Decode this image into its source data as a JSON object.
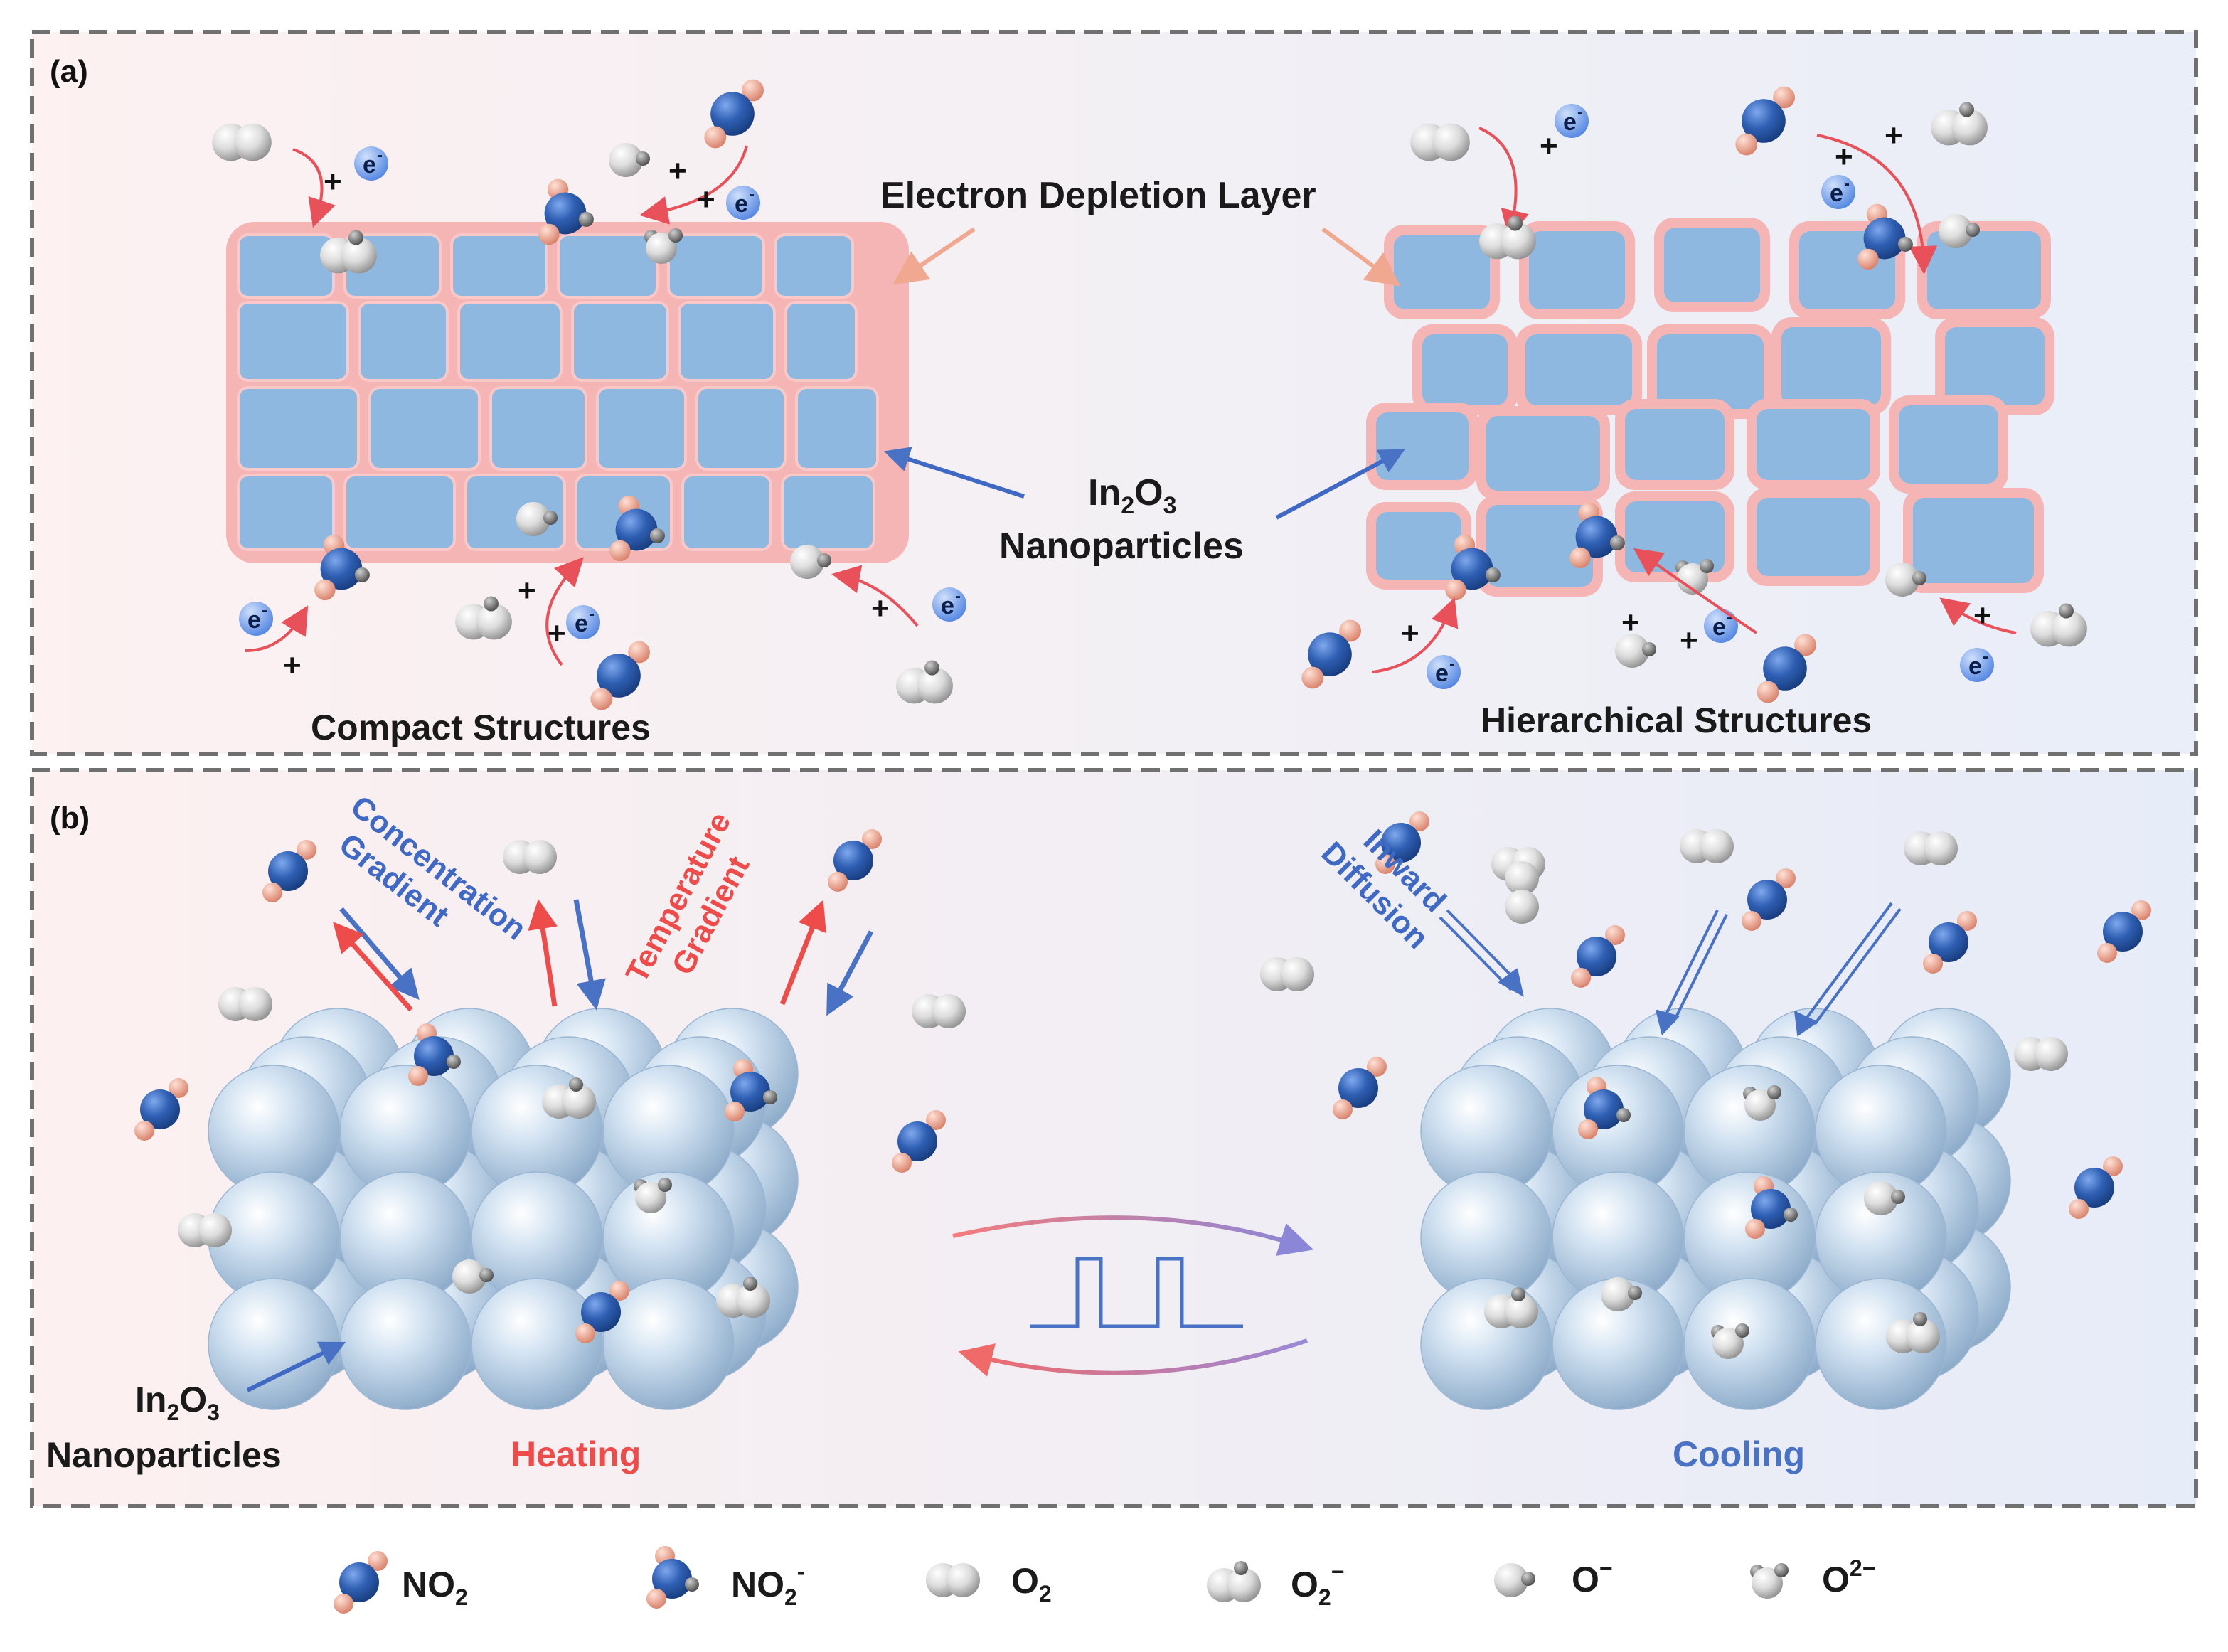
{
  "panel_a": {
    "label": "(a)",
    "depletion_label": "Electron Depletion Layer",
    "nanoparticles_label_line1": "In",
    "nanoparticles_sub1": "2",
    "nanoparticles_mid": "O",
    "nanoparticles_sub2": "3",
    "nanoparticles_label_line2": "Nanoparticles",
    "compact_caption": "Compact Structures",
    "hierarchical_caption": "Hierarchical Structures",
    "plus": "+",
    "electron": "e",
    "electron_sup": "-"
  },
  "panel_b": {
    "label": "(b)",
    "concentration_line1": "Concentration",
    "concentration_line2": "Gradient",
    "temperature_line1": "Temperature",
    "temperature_line2": "Gradient",
    "inward_line1": "Inward",
    "inward_line2": "Diffusion",
    "np_label_line1": "In",
    "np_sub1": "2",
    "np_mid": "O",
    "np_sub2": "3",
    "np_label_line2": "Nanoparticles",
    "heating": "Heating",
    "cooling": "Cooling"
  },
  "legend": [
    {
      "id": "no2",
      "text": "NO",
      "sub": "2",
      "sup": ""
    },
    {
      "id": "no2-ion",
      "text": "NO",
      "sub": "2",
      "sup": "-"
    },
    {
      "id": "o2",
      "text": "O",
      "sub": "2",
      "sup": ""
    },
    {
      "id": "o2-ion",
      "text": "O",
      "sub": "2",
      "sup": "−"
    },
    {
      "id": "o-ion",
      "text": "O",
      "sub": "",
      "sup": "−"
    },
    {
      "id": "o2minus2",
      "text": "O",
      "sub": "",
      "sup": "2−"
    }
  ],
  "colors": {
    "grain_fill": "#8fb8e0",
    "depletion": "#f6b5b5",
    "nitrogen": "#2f5fb3",
    "oxygen_pink": "#f0a48e",
    "oxygen_gray": "#d8d8d8",
    "heating_red": "#ee4b4b",
    "cooling_blue": "#4a72c4",
    "sphere": "#b9d3ea"
  }
}
